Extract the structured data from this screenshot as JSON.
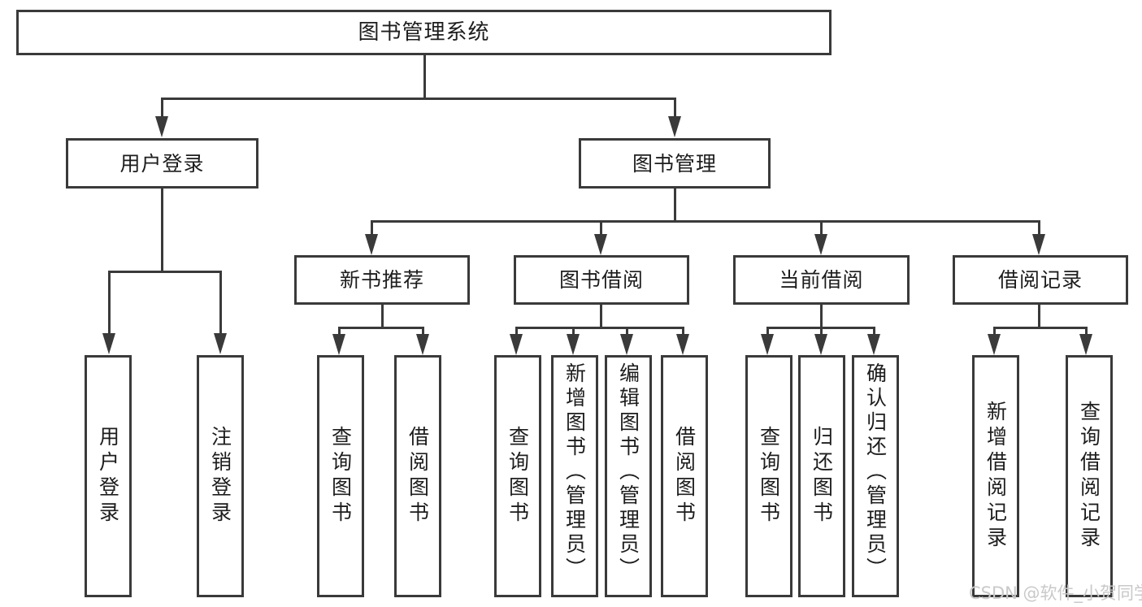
{
  "diagram": {
    "type": "tree-hierarchy",
    "title": "图书管理系统",
    "background_color": "#ffffff",
    "line_color": "#3a3a3a",
    "text_color": "#1d1d1d"
  },
  "root": {
    "label": "图书管理系统"
  },
  "level2": [
    {
      "label": "用户登录"
    },
    {
      "label": "图书管理"
    }
  ],
  "level3": [
    {
      "label": "新书推荐"
    },
    {
      "label": "图书借阅"
    },
    {
      "label": "当前借阅"
    },
    {
      "label": "借阅记录"
    }
  ],
  "leaves": {
    "user_login": [
      {
        "label": "用户登录"
      },
      {
        "label": "注销登录"
      }
    ],
    "new_book_recommend": [
      {
        "label": "查询图书"
      },
      {
        "label": "借阅图书"
      }
    ],
    "book_borrow": [
      {
        "label": "查询图书"
      },
      {
        "label": "新增图书（管理员）"
      },
      {
        "label": "编辑图书（管理员）"
      },
      {
        "label": "借阅图书"
      }
    ],
    "current_borrow": [
      {
        "label": "查询图书"
      },
      {
        "label": "归还图书"
      },
      {
        "label": "确认归还（管理员）"
      }
    ],
    "borrow_record": [
      {
        "label": "新增借阅记录"
      },
      {
        "label": "查询借阅记录"
      }
    ]
  },
  "watermark": {
    "text": "CSDN @软件_小贺同学",
    "color": "#c9c9c9"
  }
}
